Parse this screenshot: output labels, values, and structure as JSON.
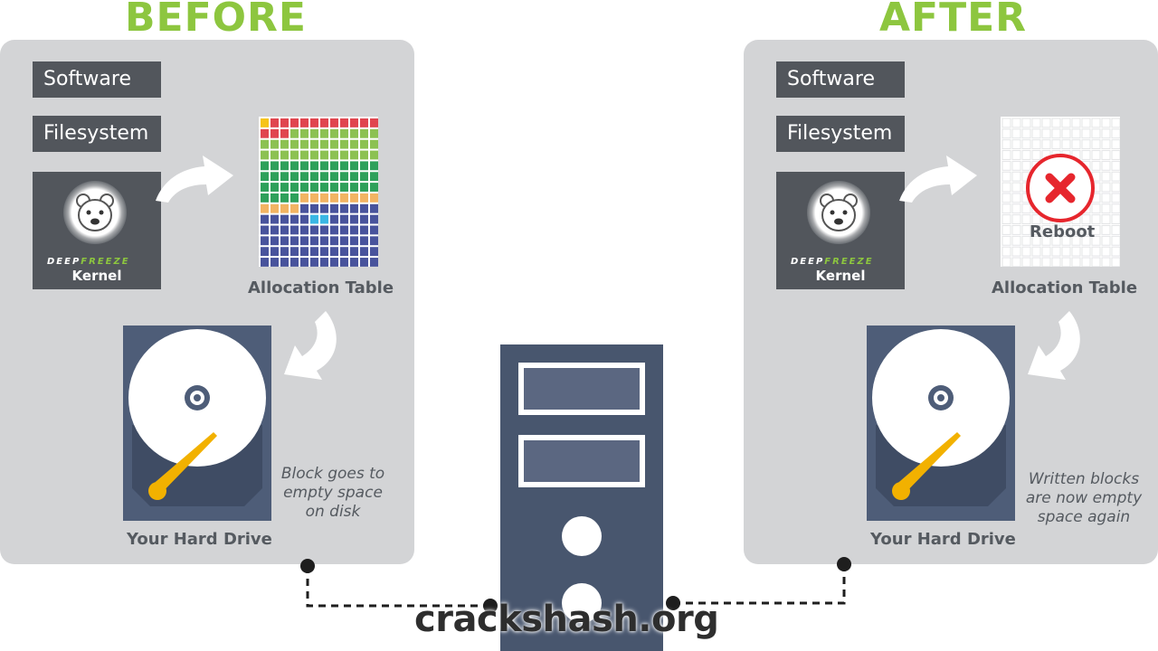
{
  "before": {
    "heading": "BEFORE",
    "software_label": "Software",
    "filesystem_label": "Filesystem",
    "kernel_brand_a": "DEEP",
    "kernel_brand_b": "FREEZE",
    "kernel_label": "Kernel",
    "allocation_caption": "Allocation Table",
    "drive_caption": "Your Hard Drive",
    "note_lines": [
      "Block goes to",
      "empty space",
      "on disk"
    ]
  },
  "after": {
    "heading": "AFTER",
    "software_label": "Software",
    "filesystem_label": "Filesystem",
    "kernel_brand_a": "DEEP",
    "kernel_brand_b": "FREEZE",
    "kernel_label": "Kernel",
    "allocation_caption": "Allocation Table",
    "reboot_label": "Reboot",
    "drive_caption": "Your Hard Drive",
    "note_lines": [
      "Written blocks",
      "are now empty",
      "space again"
    ]
  },
  "watermark": "crackshash.org",
  "colors": {
    "heading": "#8dc63f",
    "panel": "#d3d4d6",
    "label_box": "#52565c",
    "drive": "#4e5d78",
    "tower": "#48566e",
    "red_block": "#e0454f",
    "green_light": "#8cc152",
    "green_dark": "#2ea05a",
    "orange_block": "#f2b463",
    "blue_block": "#48539c",
    "cyan_block": "#3ab7e4",
    "yellow_block": "#f6c419",
    "needle": "#f2b100",
    "reboot_red": "#e6262d"
  },
  "icons": [
    "polar-bear-icon",
    "curved-arrow-icon",
    "hard-drive-icon",
    "reboot-x-icon",
    "computer-tower-icon"
  ]
}
